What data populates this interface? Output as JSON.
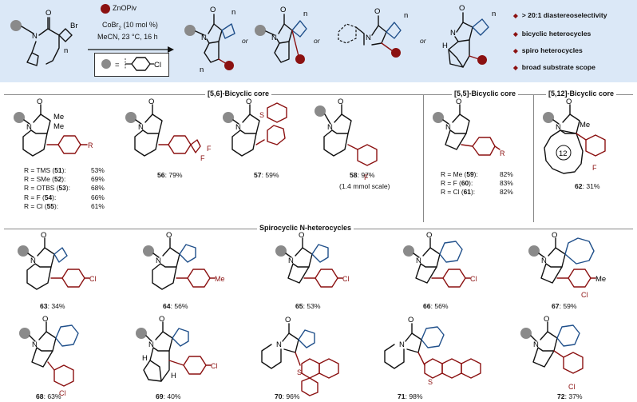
{
  "colors": {
    "header_bg": "#dbe8f7",
    "ring_blue": "#1f4f8a",
    "aryl_red": "#8b1111",
    "dot_gray": "#8a8a8a"
  },
  "scheme": {
    "reagent": "ZnOPiv",
    "conditions": [
      "CoBr",
      "2",
      "(10 mol %)",
      "MeCN, 23 °C, 16 h"
    ],
    "legend_eq": "=",
    "or_word": "or",
    "sub_n": "n",
    "features": [
      "> 20:1 diastereoselectivity",
      "bicyclic heterocycles",
      "spiro heterocycles",
      "broad substrate scope"
    ]
  },
  "sections": {
    "s56": "[5,6]-Bicyclic core",
    "s55": "[5,5]-Bicyclic core",
    "s512": "[5,12]-Bicyclic core",
    "spiro": "Spirocyclic N-heterocycles"
  },
  "compounds": {
    "c51_list": [
      {
        "r": "R = TMS (",
        "n": "51",
        "s": "):",
        "y": "53%"
      },
      {
        "r": "R = SMe (",
        "n": "52",
        "s": "):",
        "y": "69%"
      },
      {
        "r": "R = OTBS (",
        "n": "53",
        "s": "):",
        "y": "68%"
      },
      {
        "r": "R = F (",
        "n": "54",
        "s": "):",
        "y": "66%"
      },
      {
        "r": "R = Cl (",
        "n": "55",
        "s": "):",
        "y": "61%"
      }
    ],
    "c59_list": [
      {
        "r": "R = Me (",
        "n": "59",
        "s": "):",
        "y": "82%"
      },
      {
        "r": "R = F (",
        "n": "60",
        "s": "):",
        "y": "83%"
      },
      {
        "r": "R = Cl (",
        "n": "61",
        "s": "):",
        "y": "82%"
      }
    ],
    "c56": {
      "n": "56",
      "y": ": 79%"
    },
    "c57": {
      "n": "57",
      "y": ": 59%"
    },
    "c58": {
      "n": "58",
      "y": ": 97%",
      "note": "(1.4 mmol scale)"
    },
    "c62": {
      "n": "62",
      "y": ": 31%",
      "ring": "12"
    },
    "c63": {
      "n": "63",
      "y": ": 34%"
    },
    "c64": {
      "n": "64",
      "y": ": 56%"
    },
    "c65": {
      "n": "65",
      "y": ": 53%"
    },
    "c66": {
      "n": "66",
      "y": ": 56%"
    },
    "c67": {
      "n": "67",
      "y": ": 59%"
    },
    "c68": {
      "n": "68",
      "y": ": 63%"
    },
    "c69": {
      "n": "69",
      "y": ": 40%"
    },
    "c70": {
      "n": "70",
      "y": ": 96%"
    },
    "c71": {
      "n": "71",
      "y": ": 98%"
    },
    "c72": {
      "n": "72",
      "y": ": 37%"
    }
  },
  "atoms": {
    "O": "O",
    "N": "N",
    "Br": "Br",
    "Cl": "Cl",
    "F": "F",
    "S": "S",
    "R": "R",
    "Me": "Me",
    "H": "H"
  }
}
